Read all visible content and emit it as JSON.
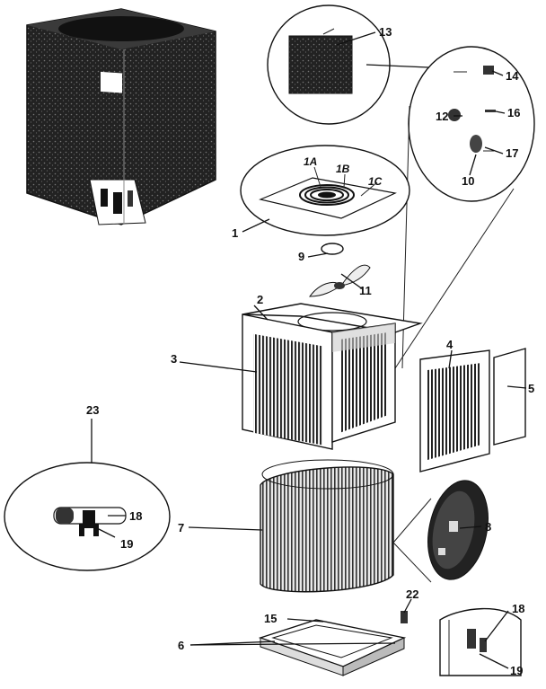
{
  "labels": {
    "l1": "1",
    "l1A": "1A",
    "l1B": "1B",
    "l1C": "1C",
    "l2": "2",
    "l3": "3",
    "l4": "4",
    "l5": "5",
    "l6": "6",
    "l7": "7",
    "l8": "8",
    "l9": "9",
    "l10": "10",
    "l11": "11",
    "l12": "12",
    "l13": "13",
    "l14": "14",
    "l15": "15",
    "l16": "16",
    "l17": "17",
    "l18a": "18",
    "l18b": "18",
    "l19a": "19",
    "l19b": "19",
    "l22": "22",
    "l23": "23"
  },
  "colors": {
    "ink": "#111111",
    "paper": "#ffffff",
    "shade": "#1a1a1a"
  }
}
